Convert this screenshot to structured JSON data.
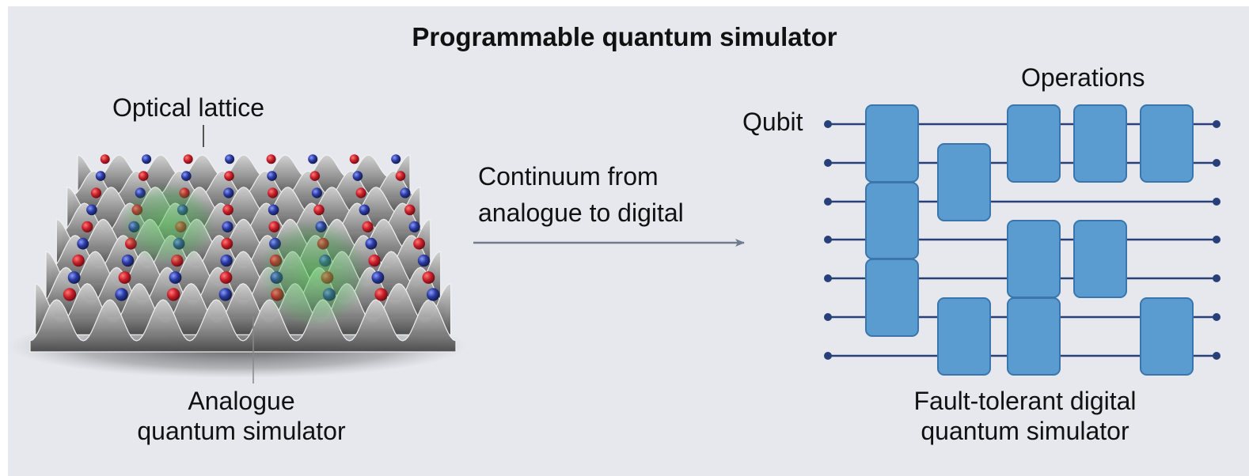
{
  "title": "Programmable quantum simulator",
  "analogue": {
    "lattice_label": "Optical lattice",
    "caption_line1": "Analogue",
    "caption_line2": "quantum simulator"
  },
  "transition": {
    "label_line1": "Continuum from",
    "label_line2": "analogue to digital"
  },
  "digital": {
    "operations_label": "Operations",
    "qubit_label": "Qubit",
    "caption_line1": "Fault-tolerant digital",
    "caption_line2": "quantum simulator"
  },
  "colors": {
    "panel_background": "#e6e8ee",
    "gate_fill": "#5a9bd0",
    "gate_stroke": "#3a76ab",
    "wire": "#27407a",
    "atom_red": "#c8202a",
    "atom_blue": "#2a3aa0",
    "lattice_gray": "#9a9a9a",
    "arrow": "#707b8e"
  }
}
